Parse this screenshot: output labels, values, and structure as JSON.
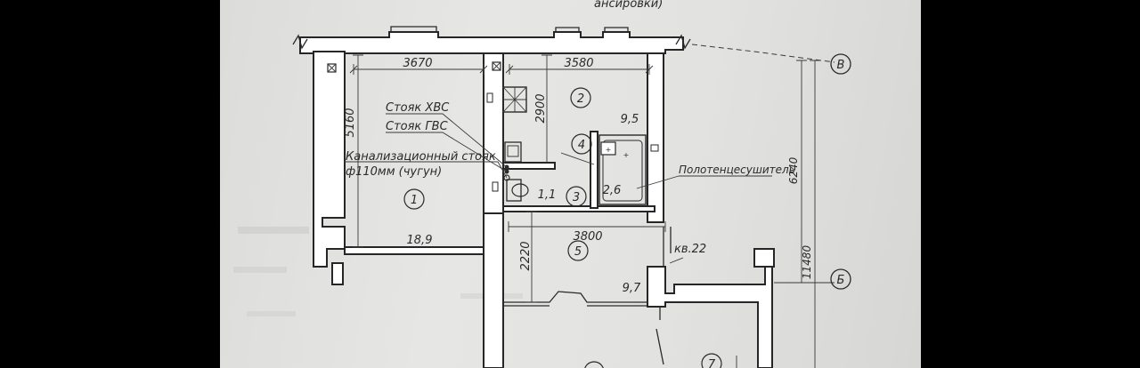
{
  "plan": {
    "top_caption_fragment": "ансировки)",
    "dimensions": {
      "d3670": "3670",
      "d3580": "3580",
      "d5160": "5160",
      "d2900": "2900",
      "d3800": "3800",
      "d2220": "2220",
      "d6240": "6240",
      "d11480": "11480"
    },
    "room_numbers": {
      "r1": "1",
      "r2": "2",
      "r3": "3",
      "r4": "4",
      "r5": "5",
      "r7": "7"
    },
    "areas": {
      "a18_9": "18,9",
      "a9_5": "9,5",
      "a1_1": "1,1",
      "a2_6": "2,6",
      "a9_7": "9,7"
    },
    "apartment_label": "кв.22",
    "axes": {
      "v": "В",
      "b": "Б"
    },
    "annotations": {
      "cold_riser": "Стояк ХВС",
      "hot_riser": "Стояк ГВС",
      "sewer_riser_line1": "Канализационный стояк",
      "sewer_riser_line2": "ф110мм (чугун)",
      "towel_dryer": "Полотенцесушитель"
    }
  }
}
